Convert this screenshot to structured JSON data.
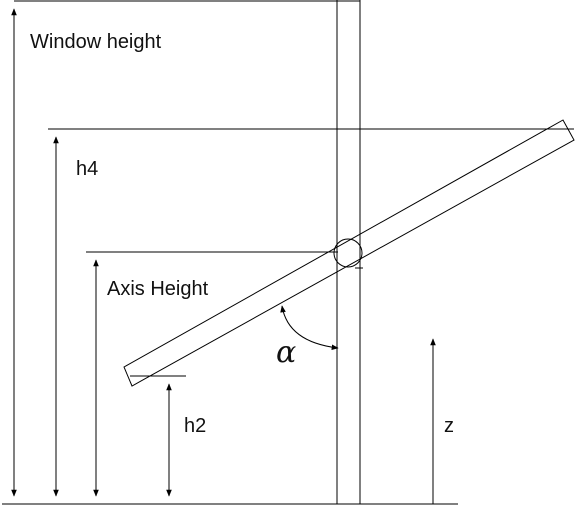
{
  "labels": {
    "window_height": "Window height",
    "h4": "h4",
    "axis_height": "Axis Height",
    "alpha": "α",
    "h2": "h2",
    "z": "z"
  },
  "colors": {
    "stroke": "#000000",
    "background": "#ffffff"
  }
}
